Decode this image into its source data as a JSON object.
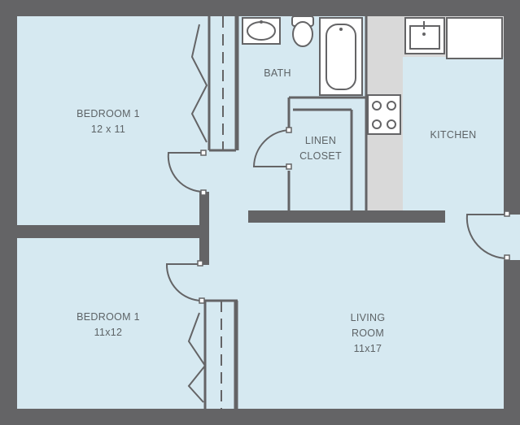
{
  "floor_plan": {
    "colors": {
      "wall": "#646466",
      "floor": "#d6e9f1",
      "fixture_fill": "#ffffff",
      "counter": "#d9d9d9",
      "line": "#646466"
    },
    "rooms": {
      "bedroom_top": {
        "name": "BEDROOM 1",
        "size": "12 x 11"
      },
      "bedroom_bottom": {
        "name": "BEDROOM 1",
        "size": "11x12"
      },
      "bath": {
        "name": "BATH"
      },
      "linen_closet": {
        "line1": "LINEN",
        "line2": "CLOSET"
      },
      "kitchen": {
        "name": "KITCHEN"
      },
      "living_room": {
        "line1": "LIVING",
        "line2": "ROOM",
        "size": "11x17"
      }
    },
    "fixture_icons": [
      "sink-icon",
      "toilet-icon",
      "bathtub-icon",
      "kitchen-sink-icon",
      "refrigerator-icon",
      "stove-icon"
    ]
  }
}
